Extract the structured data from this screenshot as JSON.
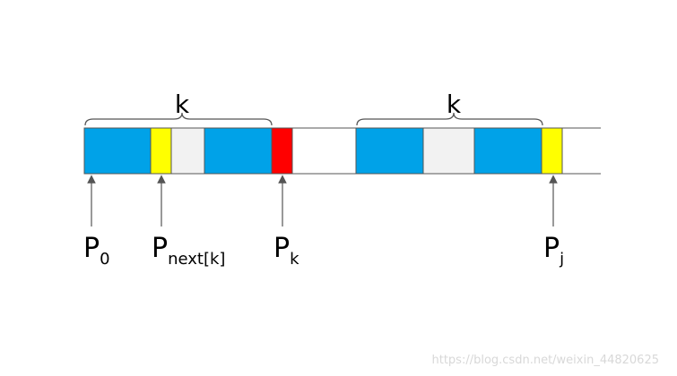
{
  "colors": {
    "blue": "#00a2e8",
    "yellow": "#ffff00",
    "red": "#ff0000",
    "gap": "#f2f2f2",
    "stroke": "#555555"
  },
  "braces": {
    "left_label": "k",
    "right_label": "k"
  },
  "pointers": {
    "p0": {
      "main": "P",
      "sub": "0"
    },
    "pnext": {
      "main": "P",
      "sub": "next[k]"
    },
    "pk": {
      "main": "P",
      "sub": "k"
    },
    "pj": {
      "main": "P",
      "sub": "j"
    }
  },
  "watermark": "https://blog.csdn.net/weixin_44820625"
}
